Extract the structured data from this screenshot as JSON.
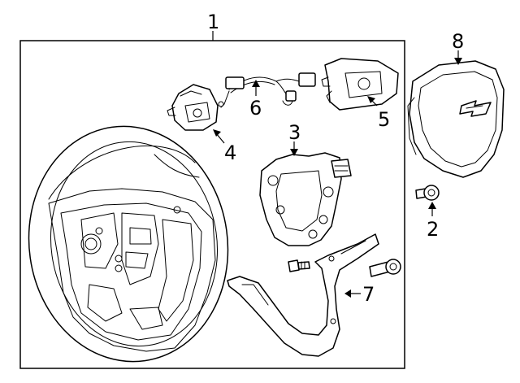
{
  "diagram": {
    "background_color": "#ffffff",
    "line_color": "#000000",
    "callouts": [
      "1",
      "2",
      "3",
      "4",
      "5",
      "6",
      "7",
      "8"
    ]
  }
}
